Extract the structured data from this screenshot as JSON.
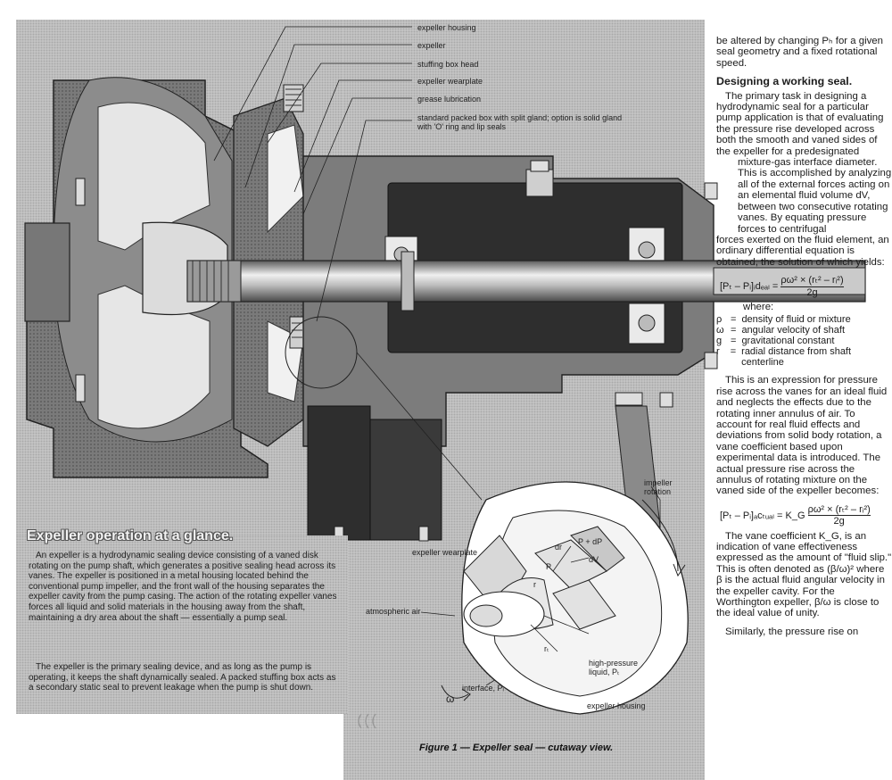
{
  "callouts": {
    "expeller_housing": "expeller housing",
    "expeller": "expeller",
    "stuffing_box_head": "stuffing box head",
    "expeller_wearplate": "expeller wearplate",
    "grease_lubrication": "grease lubrication",
    "packed_box": "standard packed box with split gland; option is solid gland with 'O' ring and lip seals",
    "impeller_rotation": "impeller rotation",
    "detail_wearplate": "expeller wearplate",
    "atmospheric_air": "atmospheric air",
    "omega": "ω",
    "high_pressure_liquid": "high-pressure liquid, Pₜ",
    "interface": "interface, Pᵢ",
    "detail_housing": "expeller housing",
    "P_plus_dP": "P + dP",
    "dV": "dV",
    "dr": "dr",
    "P": "P",
    "r": "r",
    "rt": "rₜ"
  },
  "box": {
    "title": "Expeller operation at a glance.",
    "p1": "An expeller is a hydrodynamic sealing device consisting of a vaned disk rotating on the pump shaft, which generates a positive sealing head across its vanes. The expeller is positioned in a metal housing located behind the conventional pump impeller, and the front wall of the housing separates the expeller cavity from the pump casing. The action of the rotating expeller vanes forces all liquid and solid materials in the housing away from the shaft, maintaining a dry area about the shaft — essentially a pump seal.",
    "p2": "The expeller is the primary sealing device, and as long as the pump is operating, it keeps the shaft dynamically sealed. A packed stuffing box acts as a secondary static seal to prevent leakage when the pump is shut down."
  },
  "figure_caption": "Figure 1 — Expeller seal — cutaway view.",
  "column": {
    "p_top": "be altered by changing Pₕ for a given seal geometry and a fixed rotational speed.",
    "heading": "Designing a working seal.",
    "p_design_a": "The primary task in designing a hydrodynamic seal for a particular pump application is that of evaluating the pressure rise developed across both the smooth and vaned sides of the expeller for a predesignated",
    "p_design_b": "mixture-gas interface diameter. This is accomplished by analyzing all of the external forces acting on an elemental fluid volume dV, between two consecutive rotating vanes. By equating pressure forces to centrifugal",
    "p_design_c": "forces exerted on the fluid element, an ordinary differential equation is obtained, the solution of which yields:",
    "eq1_lhs": "[Pₜ – Pᵢ]ᵢdₑₐₗ = ",
    "eq1_rhs": "ρω² × (rₜ² – rᵢ²)",
    "eq1_den": "2g",
    "where": "where:",
    "defs": [
      {
        "sym": "ρ",
        "text": "density of fluid or mixture"
      },
      {
        "sym": "ω",
        "text": "angular velocity of shaft"
      },
      {
        "sym": "g",
        "text": "gravitational constant"
      },
      {
        "sym": "r",
        "text": "radial distance from shaft centerline"
      }
    ],
    "p_express": "This is an expression for pressure rise across the vanes for an ideal fluid and neglects the effects due to the rotating inner annulus of air. To account for real fluid effects and deviations from solid body rotation, a vane coefficient based upon experimental data is introduced. The actual pressure rise across the annulus of rotating mixture on the vaned side of the expeller becomes:",
    "eq2_lhs": "[Pₜ – Pᵢ]ₐcₜᵤₐₗ = K_G ",
    "eq2_rhs": "ρω² × (rₜ² – rᵢ²)",
    "eq2_den": "2g",
    "p_vane": "The vane coefficient K_G, is an indication of vane effectiveness expressed as the amount of \"fluid slip.\" This is often denoted as (β/ω)² where β is the actual fluid angular velocity in the expeller cavity. For the Worthington expeller, β/ω is close to the ideal value of unity.",
    "p_last": "Similarly, the pressure rise on"
  }
}
